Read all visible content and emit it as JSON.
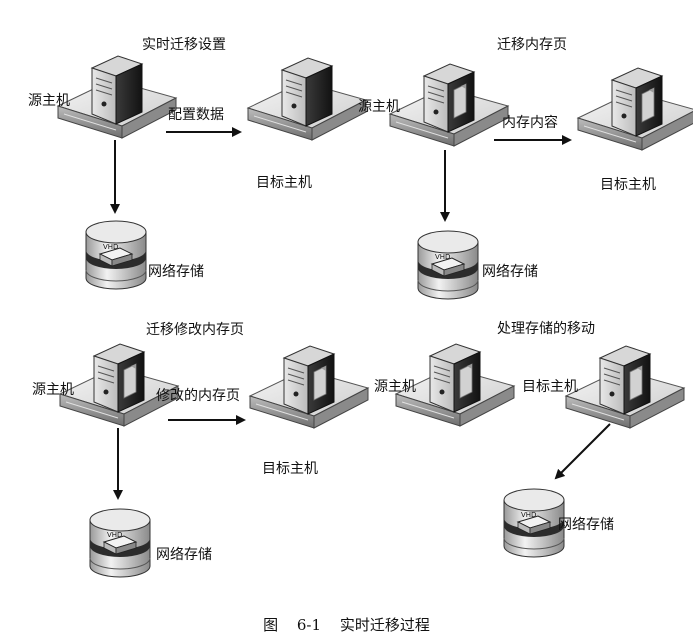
{
  "panels": [
    {
      "title": "实时迁移设置",
      "source_label": "源主机",
      "target_label": "目标主机",
      "arrow_label": "配置数据",
      "storage_label": "网络存储",
      "disk_tag": "VHD"
    },
    {
      "title": "迁移内存页",
      "source_label": "源主机",
      "target_label": "目标主机",
      "arrow_label": "内存内容",
      "storage_label": "网络存储",
      "disk_tag": "VHD"
    },
    {
      "title": "迁移修改内存页",
      "source_label": "源主机",
      "target_label": "目标主机",
      "arrow_label": "修改的内存页",
      "storage_label": "网络存储",
      "disk_tag": "VHD"
    },
    {
      "title": "处理存储的移动",
      "source_label": "源主机",
      "target_label": "目标主机",
      "storage_label": "网络存储",
      "disk_tag": "VHD"
    }
  ],
  "caption": {
    "figure_number": "图 6-1",
    "text": "实时迁移过程"
  }
}
